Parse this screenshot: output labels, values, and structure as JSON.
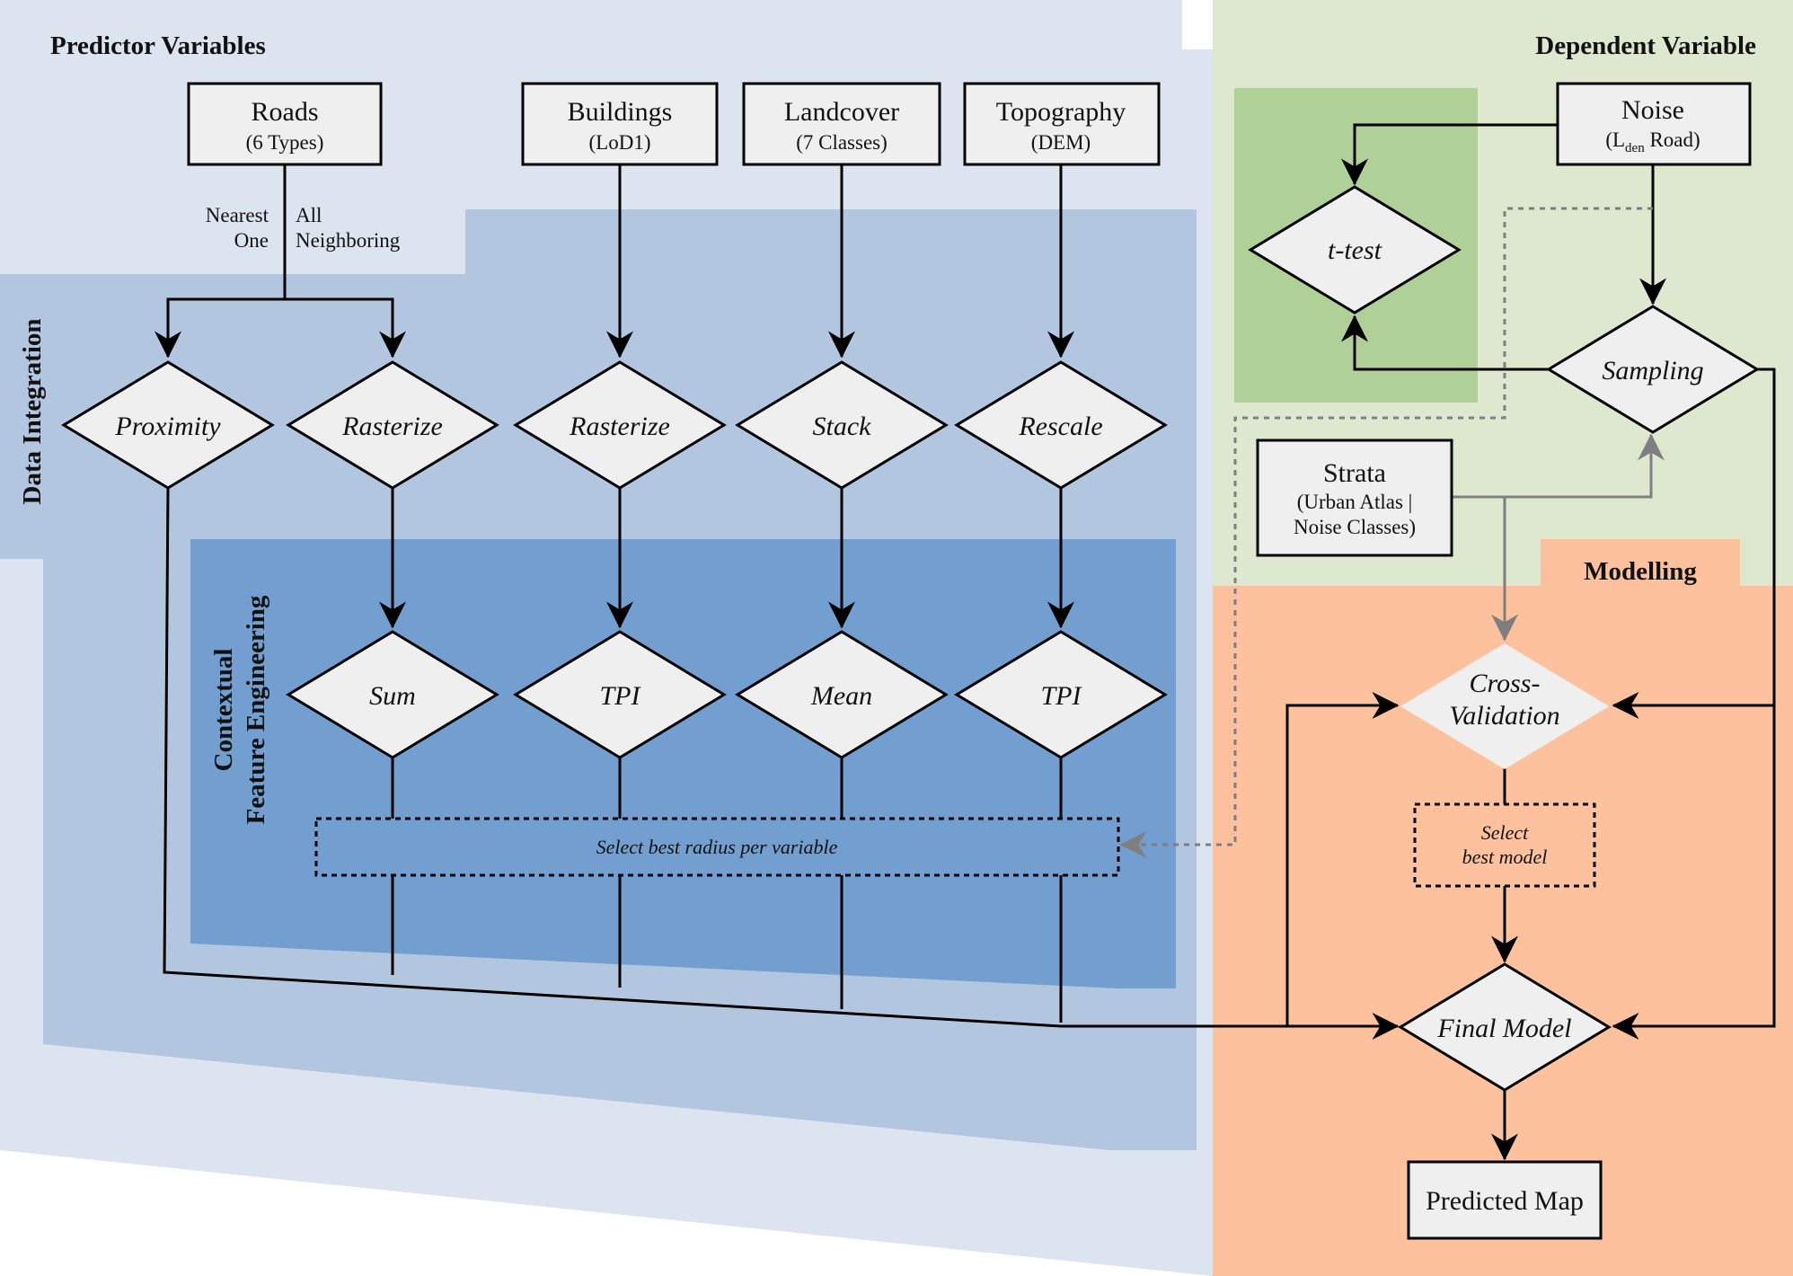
{
  "regions": {
    "predictor": "Predictor Variables",
    "dependent": "Dependent Variable",
    "data_integration": "Data Integration",
    "contextual_line1": "Contextual",
    "contextual_line2": "Feature Engineering",
    "modelling": "Modelling"
  },
  "inputs": {
    "roads": {
      "title": "Roads",
      "sub": "(6 Types)"
    },
    "buildings": {
      "title": "Buildings",
      "sub": "(LoD1)"
    },
    "landcover": {
      "title": "Landcover",
      "sub": "(7 Classes)"
    },
    "topography": {
      "title": "Topography",
      "sub": "(DEM)"
    },
    "noise": {
      "title": "Noise",
      "sub_prefix": "(L",
      "sub_subscript": "den",
      "sub_suffix": " Road)"
    },
    "strata": {
      "line1": "Strata",
      "line2": "(Urban Atlas |",
      "line3": "Noise Classes)"
    }
  },
  "branch_labels": {
    "nearest_line1": "Nearest",
    "nearest_line2": "One",
    "all_line1": "All",
    "all_line2": "Neighboring"
  },
  "integration_steps": [
    "Proximity",
    "Rasterize",
    "Rasterize",
    "Stack",
    "Rescale"
  ],
  "feature_steps": [
    "Sum",
    "TPI",
    "Mean",
    "TPI"
  ],
  "radius_selection": "Select best radius per variable",
  "dependent_steps": {
    "ttest_t": "t",
    "ttest_rest": "-test",
    "sampling": "Sampling"
  },
  "modelling": {
    "cv_line1": "Cross-",
    "cv_line2": "Validation",
    "select_line1": "Select",
    "select_line2": "best model",
    "final_model": "Final Model",
    "output": "Predicted Map"
  },
  "colors": {
    "outer_blue": "#dce5ef",
    "mid_blue": "#b2c6df",
    "inner_blue": "#729fd0",
    "green_light": "#dde8cf",
    "green_dark": "#afd096",
    "orange": "#fdc29d",
    "box_fill": "#efefef",
    "line": "#000000",
    "gray_line": "#7f7f7f"
  }
}
